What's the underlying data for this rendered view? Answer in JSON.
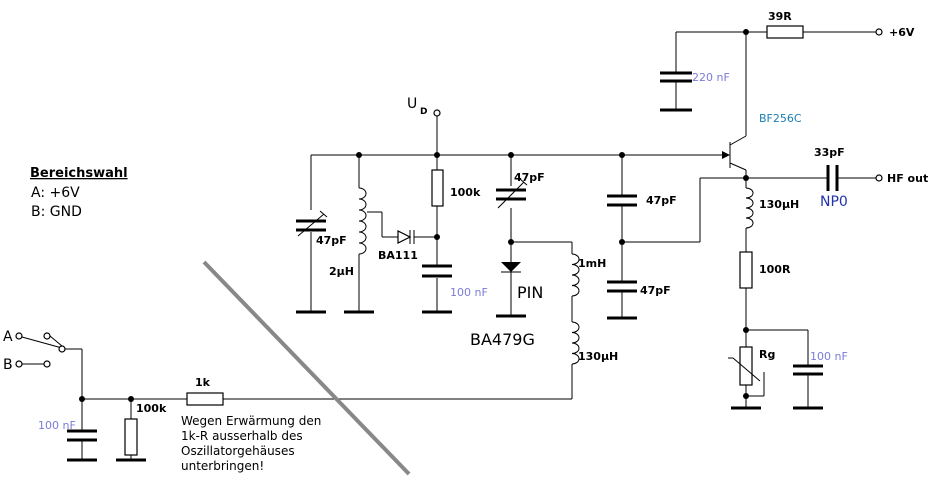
{
  "heading": "Bereichswahl",
  "range_a": "A: +6V",
  "range_b": "B: GND",
  "terminals": {
    "a": "A",
    "b": "B",
    "ud_main": "U",
    "ud_sub": "D",
    "supply": "+6V",
    "output": "HF out"
  },
  "components": {
    "r_supply": "39R",
    "c_supply": "220 nF",
    "transistor": "BF256C",
    "c_out": "33pF",
    "c_out_type": "NP0",
    "l_drain": "130µH",
    "r_drain": "100R",
    "rg": "Rg",
    "c_rg": "100 nF",
    "c_trim": "47pF",
    "l_tank": "2µH",
    "varicap": "BA111",
    "r_bias": "100k",
    "c_bias": "100 nF",
    "c_pin_trim": "47pF",
    "pin_label": "PIN",
    "pin_type": "BA479G",
    "l_1mh": "1mH",
    "l_130": "130µH",
    "c_div_top": "47pF",
    "c_div_bot": "47pF",
    "r_1k": "1k",
    "r_100k_left": "100k",
    "c_left": "100 nF"
  },
  "note_lines": [
    "Wegen Erwärmung den",
    "1k-R ausserhalb des",
    "Oszillatorgehäuses",
    "unterbringen!"
  ]
}
